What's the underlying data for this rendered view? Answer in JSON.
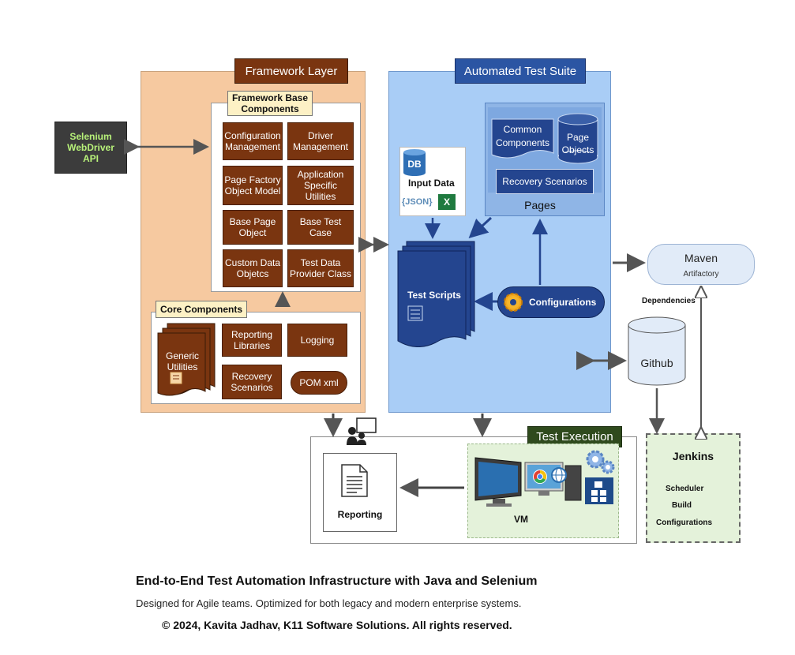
{
  "framework": {
    "title": "Framework Layer",
    "base_label": "Framework Base Components",
    "base_items": [
      "Configuration Management",
      "Driver Management",
      "Page Factory Object Model",
      "Application Specific Utilities",
      "Base Page Object",
      "Base Test Case",
      "Custom Data Objetcs",
      "Test Data Provider Class"
    ],
    "core_label": "Core Components",
    "core_items": {
      "generic": "Generic Utilities",
      "reporting_libs": "Reporting Libraries",
      "logging": "Logging",
      "recovery": "Recovery Scenarios",
      "pom": "POM xml"
    }
  },
  "selenium": {
    "label": "Selenium WebDriver API"
  },
  "suite": {
    "title": "Automated Test Suite",
    "input_data": {
      "db": "DB",
      "label": "Input Data",
      "json": "{JSON}",
      "excel": "X"
    },
    "pages": {
      "common": "Common Components",
      "page_objects": "Page Objects",
      "recovery": "Recovery Scenarios",
      "label": "Pages"
    },
    "test_scripts": "Test Scripts",
    "configurations": "Configurations"
  },
  "maven": {
    "title": "Maven",
    "sub": "Artifactory",
    "dependencies": "Dependencies"
  },
  "github": {
    "label": "Github"
  },
  "jenkins": {
    "title": "Jenkins",
    "items": [
      "Scheduler",
      "Build",
      "Configurations"
    ]
  },
  "execution": {
    "title": "Test Execution",
    "reporting": "Reporting",
    "vm": "VM"
  },
  "footer": {
    "title": "End-to-End Test Automation Infrastructure with Java and Selenium",
    "subtitle": "Designed for Agile teams. Optimized for both legacy and modern enterprise systems.",
    "copyright": "© 2024, Kavita Jadhav, K11 Software Solutions. All rights reserved."
  },
  "colors": {
    "framework_bg": "#f6c9a0",
    "brown": "#7a3510",
    "suite_bg": "#a9cdf6",
    "navy": "#24458f",
    "selenium_bg": "#3c3c3c",
    "selenium_text": "#b8f27a",
    "vm_bg": "#e4f2da",
    "jenkins_bg": "#e4f2da",
    "maven_bg": "#e1ebf8"
  }
}
